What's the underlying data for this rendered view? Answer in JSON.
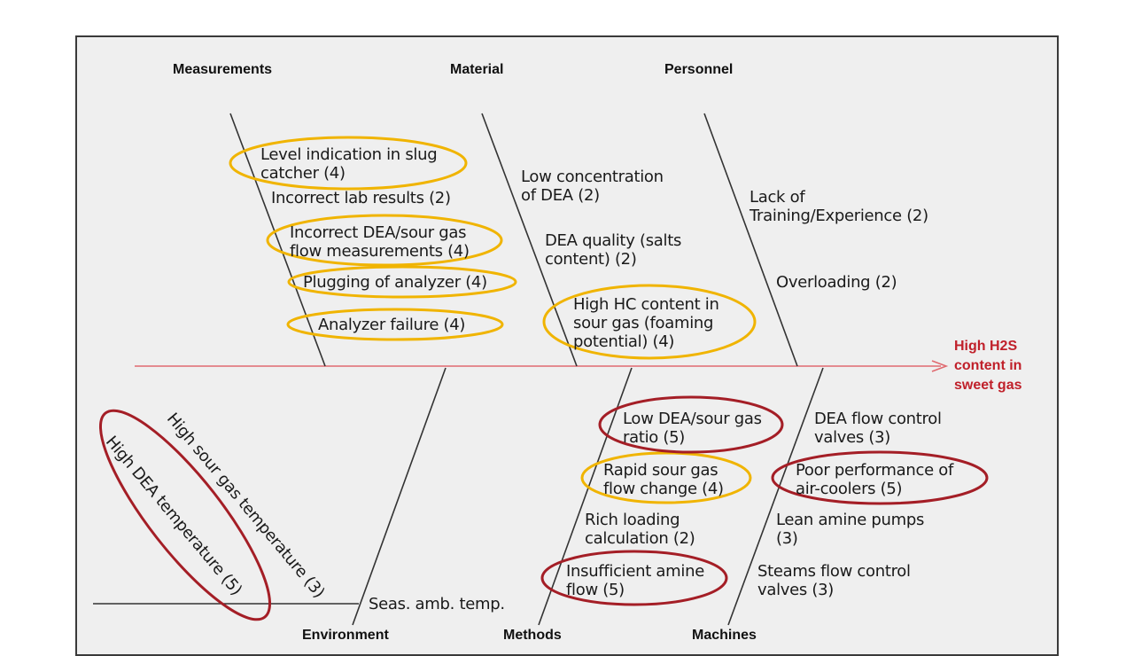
{
  "header": {
    "title_fragment": ""
  },
  "effect": {
    "line1": "High H2S",
    "line2": "content in",
    "line3": "sweet gas"
  },
  "categories": {
    "measurements": "Measurements",
    "material": "Material",
    "personnel": "Personnel",
    "environment": "Environment",
    "methods": "Methods",
    "machines": "Machines"
  },
  "causes": {
    "measurements": {
      "c1_l1": "Level indication in slug",
      "c1_l2": "catcher (4)",
      "c2": "Incorrect lab results (2)",
      "c3_l1": "Incorrect DEA/sour gas",
      "c3_l2": "flow measurements (4)",
      "c4": "Plugging of analyzer (4)",
      "c5": "Analyzer failure (4)"
    },
    "material": {
      "c1_l1": "Low concentration",
      "c1_l2": "of DEA (2)",
      "c2_l1": "DEA quality (salts",
      "c2_l2": "content) (2)",
      "c3_l1": "High HC content in",
      "c3_l2": "sour gas (foaming",
      "c3_l3": "potential) (4)"
    },
    "personnel": {
      "c1_l1": "Lack of",
      "c1_l2": "Training/Experience (2)",
      "c2": "Overloading (2)"
    },
    "environment": {
      "c1": "High sour gas temperature (3)",
      "c2": "High DEA temperature (5)",
      "c3": "Seas. amb. temp."
    },
    "methods": {
      "c1_l1": "Low DEA/sour gas",
      "c1_l2": "ratio (5)",
      "c2_l1": "Rapid sour gas",
      "c2_l2": "flow change (4)",
      "c3_l1": "Rich loading",
      "c3_l2": "calculation (2)",
      "c4_l1": "Insufficient amine",
      "c4_l2": "flow (5)"
    },
    "machines": {
      "c1_l1": "DEA flow control",
      "c1_l2": "valves (3)",
      "c2_l1": "Poor performance of",
      "c2_l2": "air-coolers (5)",
      "c3_l1": "Lean amine pumps",
      "c3_l2": "(3)",
      "c4_l1": "Steams flow control",
      "c4_l2": "valves (3)"
    }
  },
  "colors": {
    "frame_bg": "#efefef",
    "spine": "#e06a70",
    "effect_text": "#c0202a",
    "highlight_yellow": "#f0b400",
    "highlight_red": "#a41e26",
    "bone": "#333333"
  }
}
